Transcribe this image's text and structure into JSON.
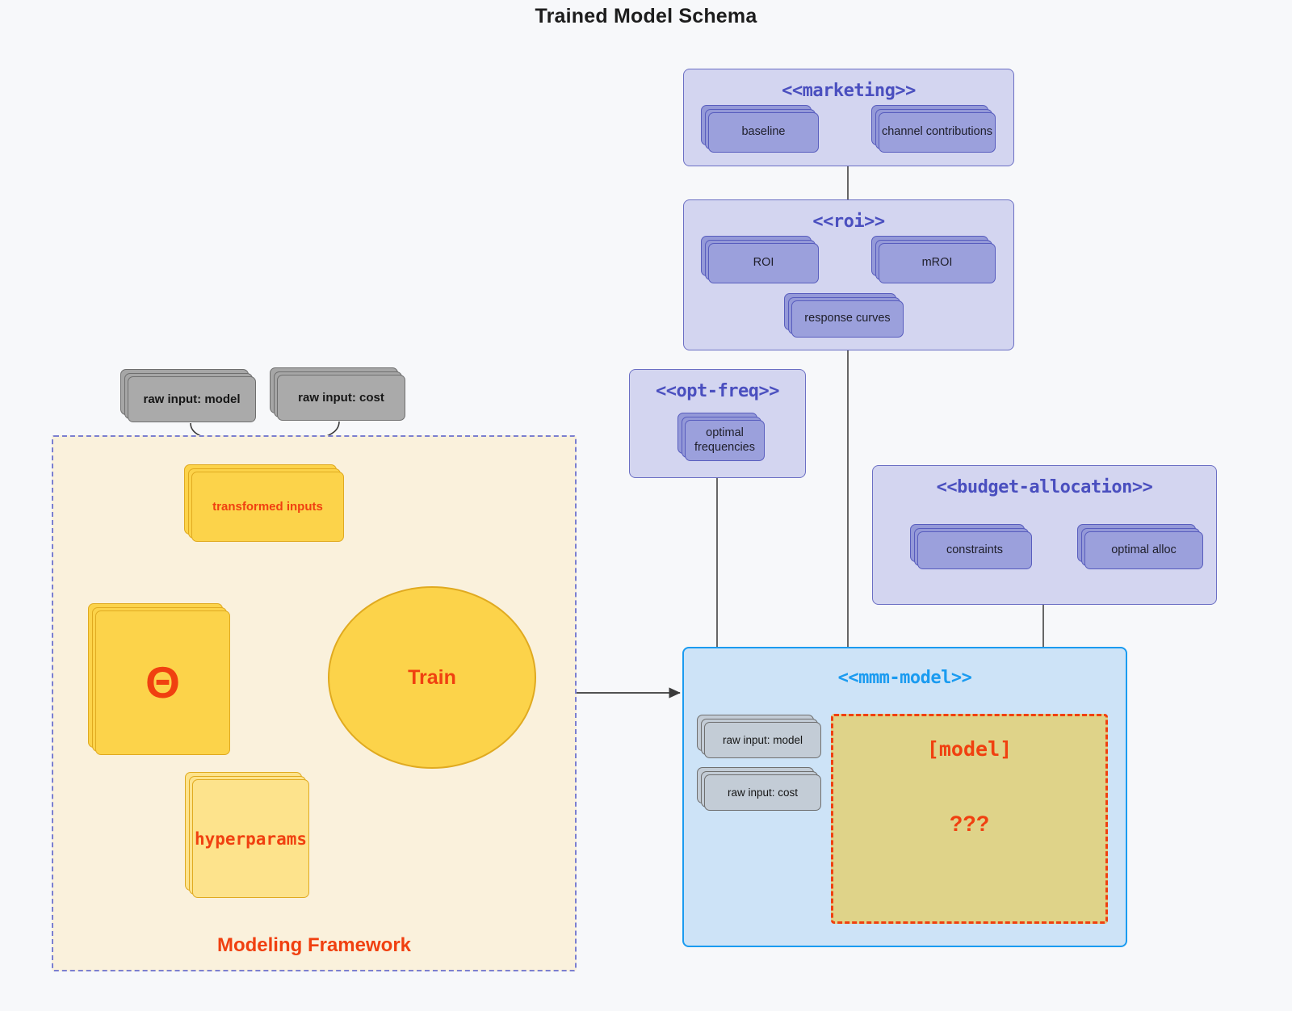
{
  "title": "Trained Model Schema",
  "packages": {
    "marketing": {
      "stereotype": "<<marketing>>",
      "nodes": [
        {
          "label": "baseline"
        },
        {
          "label": "channel contributions"
        }
      ]
    },
    "roi": {
      "stereotype": "<<roi>>",
      "nodes": [
        {
          "label": "ROI"
        },
        {
          "label": "mROI"
        },
        {
          "label": "response curves"
        }
      ]
    },
    "opt_freq": {
      "stereotype": "<<opt-freq>>",
      "nodes": [
        {
          "label": "optimal frequencies"
        }
      ]
    },
    "budget_allocation": {
      "stereotype": "<<budget-allocation>>",
      "nodes": [
        {
          "label": "constraints"
        },
        {
          "label": "optimal alloc"
        }
      ]
    },
    "mmm_model": {
      "stereotype": "<<mmm-model>>",
      "inputs": [
        {
          "label": "raw input: model"
        },
        {
          "label": "raw input: cost"
        }
      ],
      "model_region": {
        "label": "[model]",
        "unknown": "???"
      }
    }
  },
  "framework": {
    "label": "Modeling Framework",
    "raw_inputs": [
      {
        "label": "raw input: model"
      },
      {
        "label": "raw input: cost"
      }
    ],
    "transformed_inputs": {
      "label": "transformed inputs"
    },
    "theta": {
      "label": "Θ"
    },
    "hyperparams": {
      "label": "hyperparams"
    },
    "train": {
      "label": "Train"
    }
  },
  "colors": {
    "package_fill": "#d3d5f0",
    "package_stroke": "#6b6fc4",
    "node_fill": "#9ba0dc",
    "node_stroke": "#585dbe",
    "mmm_fill": "#cde3f7",
    "mmm_stroke": "#1a9bf0",
    "framework_fill": "#faf1dc",
    "framework_stroke": "#7b7fd0",
    "accent_red": "#f04010",
    "yellow_fill": "#fcd34a",
    "yellow_light": "#fde38c",
    "yellow_stroke": "#e0aa20",
    "gray_fill": "#aaaaaa",
    "gray_stroke": "#6f6f6f",
    "model_region_fill": "#dfd389",
    "background": "#f7f8fa"
  }
}
